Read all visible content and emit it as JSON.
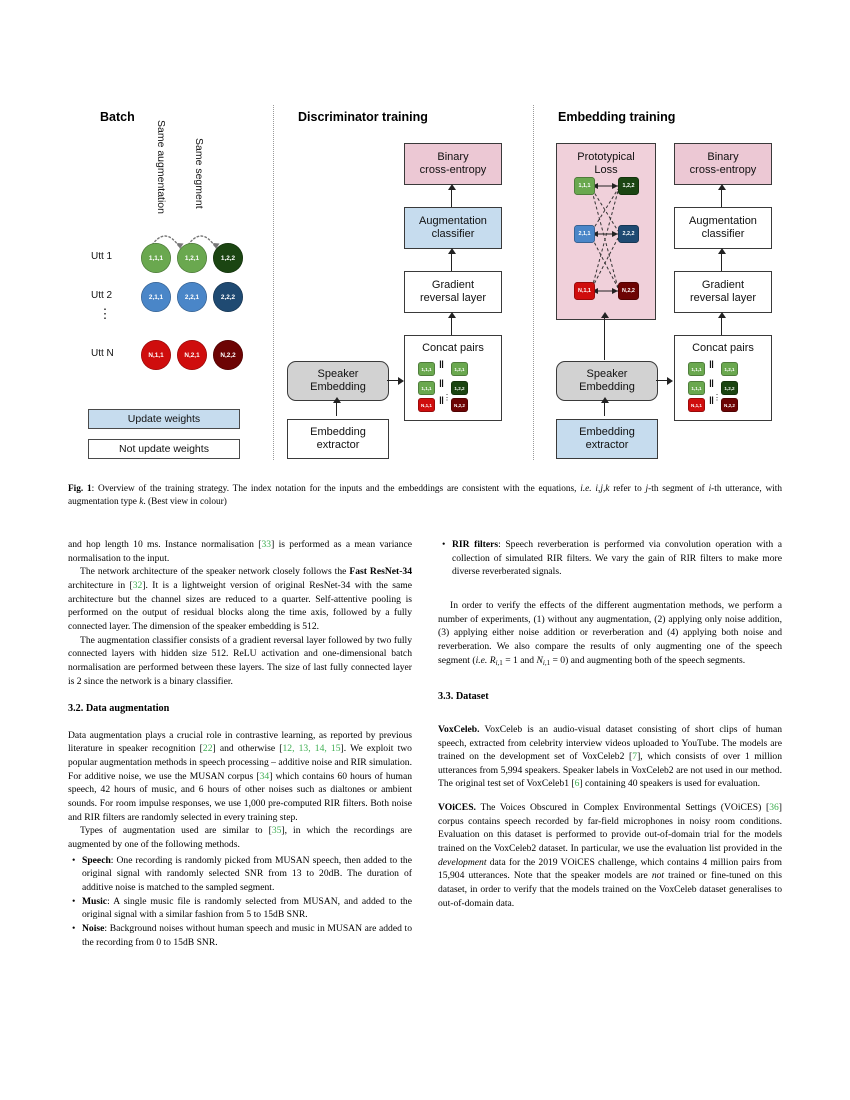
{
  "figure": {
    "columns": [
      {
        "id": "batch",
        "title": "Batch"
      },
      {
        "id": "discriminator",
        "title": "Discriminator training"
      },
      {
        "id": "embedding",
        "title": "Embedding training"
      }
    ],
    "batch": {
      "vertical_labels": [
        "Same augmentation",
        "Same segment"
      ],
      "row_labels": [
        "Utt 1",
        "Utt 2",
        "Utt N"
      ],
      "ellipsis": "⋮",
      "circles": [
        [
          {
            "label": "1,1,1",
            "color": "#6aa84f"
          },
          {
            "label": "1,2,1",
            "color": "#6aa84f"
          },
          {
            "label": "1,2,2",
            "color": "#1b4512"
          }
        ],
        [
          {
            "label": "2,1,1",
            "color": "#4a86c8"
          },
          {
            "label": "2,2,1",
            "color": "#4a86c8"
          },
          {
            "label": "2,2,2",
            "color": "#1f4a72"
          }
        ],
        [
          {
            "label": "N,1,1",
            "color": "#cf0d0d"
          },
          {
            "label": "N,2,1",
            "color": "#cf0d0d"
          },
          {
            "label": "N,2,2",
            "color": "#6d0404"
          }
        ]
      ],
      "legend": [
        {
          "label": "Update weights",
          "fill": "#c6dcee"
        },
        {
          "label": "Not update weights",
          "fill": "#ffffff"
        }
      ]
    },
    "discriminator": {
      "binary_loss": "Binary\ncross-entropy",
      "binary_loss_l1": "Binary",
      "binary_loss_l2": "cross-entropy",
      "aug_classifier_l1": "Augmentation",
      "aug_classifier_l2": "classifier",
      "grl_l1": "Gradient",
      "grl_l2": "reversal layer",
      "concat_title": "Concat pairs",
      "speaker_embedding_l1": "Speaker",
      "speaker_embedding_l2": "Embedding",
      "extractor_l1": "Embedding",
      "extractor_l2": "extractor",
      "concat_pairs": [
        {
          "left": {
            "label": "1,1,1",
            "color": "#6aa84f"
          },
          "right": {
            "label": "1,2,1",
            "color": "#6aa84f"
          }
        },
        {
          "left": {
            "label": "1,1,1",
            "color": "#6aa84f"
          },
          "right": {
            "label": "1,2,2",
            "color": "#1b4512"
          }
        },
        {
          "left": {
            "label": "N,1,1",
            "color": "#cf0d0d"
          },
          "right": {
            "label": "N,2,2",
            "color": "#6d0404"
          }
        }
      ],
      "concat_symbol": "‖"
    },
    "embedding": {
      "proto_l1": "Prototypical",
      "proto_l2": "Loss",
      "binary_loss_l1": "Binary",
      "binary_loss_l2": "cross-entropy",
      "aug_classifier_l1": "Augmentation",
      "aug_classifier_l2": "classifier",
      "grl_l1": "Gradient",
      "grl_l2": "reversal layer",
      "concat_title": "Concat pairs",
      "speaker_embedding_l1": "Speaker",
      "speaker_embedding_l2": "Embedding",
      "extractor_l1": "Embedding",
      "extractor_l2": "extractor",
      "proto_nodes": [
        {
          "left": {
            "label": "1,1,1",
            "color": "#6aa84f"
          },
          "right": {
            "label": "1,2,2",
            "color": "#1b4512"
          }
        },
        {
          "left": {
            "label": "2,1,1",
            "color": "#4a86c8"
          },
          "right": {
            "label": "2,2,2",
            "color": "#1f4a72"
          }
        },
        {
          "left": {
            "label": "N,1,1",
            "color": "#cf0d0d"
          },
          "right": {
            "label": "N,2,2",
            "color": "#6d0404"
          }
        }
      ],
      "concat_pairs": [
        {
          "left": {
            "label": "1,1,1",
            "color": "#6aa84f"
          },
          "right": {
            "label": "1,2,1",
            "color": "#6aa84f"
          }
        },
        {
          "left": {
            "label": "1,1,1",
            "color": "#6aa84f"
          },
          "right": {
            "label": "1,2,2",
            "color": "#1b4512"
          }
        },
        {
          "left": {
            "label": "N,1,1",
            "color": "#cf0d0d"
          },
          "right": {
            "label": "N,2,2",
            "color": "#6d0404"
          }
        }
      ],
      "concat_symbol": "‖"
    }
  },
  "caption": {
    "label": "Fig. 1",
    "text": ": Overview of the training strategy. The index notation for the inputs and the embeddings are consistent with the equations, i.e. i,j,k refer to j-th segment of i-th utterance, with augmentation type k. (Best view in colour)"
  },
  "body": {
    "left": {
      "p1": "and hop length 10 ms. Instance normalisation [33] is performed as a mean variance normalisation to the input.",
      "p1_ref": "33",
      "p2_a": "The network architecture of the speaker network closely follows the ",
      "p2_bold": "Fast ResNet-34",
      "p2_b": " architecture in [",
      "p2_ref": "32",
      "p2_c": "]. It is a lightweight version of original ResNet-34 with the same architecture but the channel sizes are reduced to a quarter. Self-attentive pooling is performed on the output of residual blocks along the time axis, followed by a fully connected layer. The dimension of the speaker embedding is 512.",
      "p3": "The augmentation classifier consists of a gradient reversal layer followed by two fully connected layers with hidden size 512. ReLU activation and one-dimensional batch normalisation are performed between these layers. The size of last fully connected layer is 2 since the network is a binary classifier.",
      "h_32": "3.2.  Data augmentation",
      "p4_a": "Data augmentation plays a crucial role in contrastive learning, as reported by previous literature in speaker recognition [",
      "p4_ref1": "22",
      "p4_b": "] and otherwise [",
      "p4_ref2": "12, 13, 14, 15",
      "p4_c": "]. We exploit two popular augmentation methods in speech processing – additive noise and RIR simulation. For additive noise, we use the MUSAN corpus [",
      "p4_ref3": "34",
      "p4_d": "] which contains 60 hours of human speech, 42 hours of music, and 6 hours of other noises such as dialtones or ambient sounds. For room impulse responses, we use 1,000 pre-computed RIR filters. Both noise and RIR filters are randomly selected in every training step.",
      "p5_a": "Types of augmentation used are similar to  [",
      "p5_ref": "35",
      "p5_b": "], in which the recordings are augmented by one of the following methods.",
      "bullets": [
        {
          "term": "Speech",
          "text": ": One recording is randomly picked from MUSAN speech, then added to the original signal with randomly selected SNR from 13 to 20dB. The duration of additive noise is matched to the sampled segment."
        },
        {
          "term": "Music",
          "text": ": A single music file is randomly selected from MUSAN, and added to the original signal with a similar fashion from 5 to 15dB SNR."
        },
        {
          "term": "Noise",
          "text": ": Background noises without human speech and music in MUSAN are added to the recording from 0 to 15dB SNR."
        }
      ]
    },
    "right": {
      "bullet_rir": {
        "term": "RIR filters",
        "text": ": Speech reverberation is performed via convolution operation with a collection of simulated RIR filters. We vary the gain of RIR filters to make more diverse reverberated signals."
      },
      "p1_a": "In order to verify the effects of the different augmentation methods, we perform a number of experiments, (1) without any augmentation, (2) applying only noise addition, (3) applying either noise addition or reverberation and (4) applying both noise and reverberation. We also compare the results of only augmenting one of the speech segment (",
      "p1_it": "i.e.",
      "p1_b": " R",
      "p1_sub1": "i,1",
      "p1_c": " = 1 and N",
      "p1_sub2": "i,1",
      "p1_d": " = 0) and augmenting both of the speech segments.",
      "h_33": "3.3.  Dataset",
      "p2_bold": "VoxCeleb.",
      "p2_a": " VoxCeleb is an audio-visual dataset consisting of short clips of human speech, extracted from celebrity interview videos uploaded to YouTube. The models are trained on the development set of VoxCeleb2 [",
      "p2_ref1": "7",
      "p2_b": "], which consists of over 1 million utterances from 5,994 speakers. Speaker labels in VoxCeleb2 are not used in our method. The original test set of VoxCeleb1 [",
      "p2_ref2": "6",
      "p2_c": "] containing 40 speakers is used for evaluation.",
      "p3_bold": "VOiCES.",
      "p3_a": " The Voices Obscured in Complex Environmental Settings (VOiCES) [",
      "p3_ref": "36",
      "p3_b": "] corpus contains speech recorded by far-field microphones in noisy room conditions. Evaluation on this dataset is performed to provide out-of-domain trial for the models trained on the VoxCeleb2 dataset. In particular, we use the evaluation list provided in the ",
      "p3_it1": "development",
      "p3_c": " data for the 2019 VOiCES challenge, which contains 4 million pairs from 15,904 utterances. Note that the speaker models are ",
      "p3_it2": "not",
      "p3_d": " trained or fine-tuned on this dataset, in order to verify that the models trained on the VoxCeleb dataset generalises to out-of-domain data."
    }
  }
}
